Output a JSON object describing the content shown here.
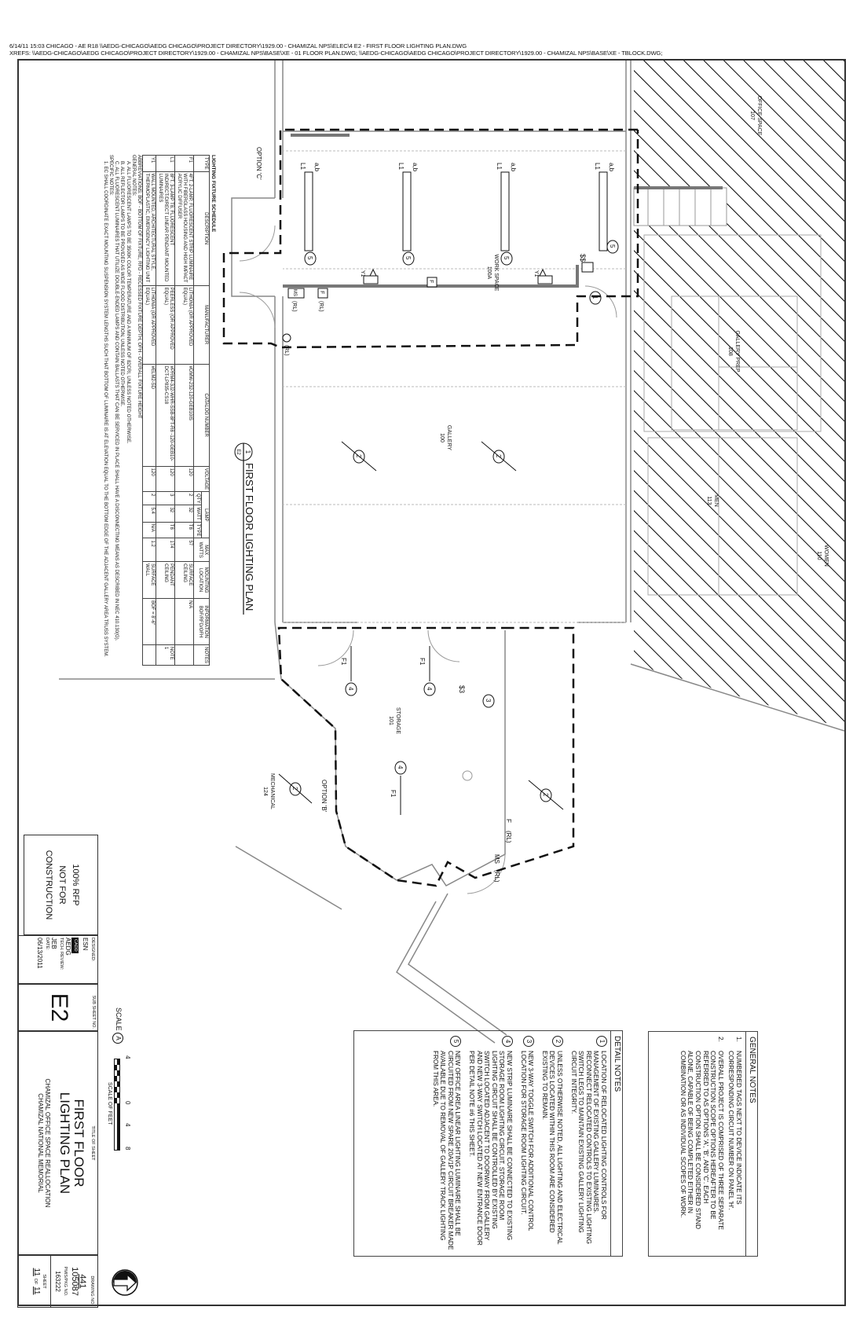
{
  "header": {
    "line1": "6/14/11 15:03 CHICAGO - AE  R18 \\\\AEDG-CHICAGO\\AEDG CHICAGO\\PROJECT DIRECTORY\\1929.00 - CHAMIZAL NPS\\ELEC\\4 E2 - FIRST FLOOR LIGHTING PLAN.DWG",
    "line2": "XREFS: \\\\AEDG-CHICAGO\\AEDG CHICAGO\\PROJECT DIRECTORY\\1929.00 - CHAMIZAL NPS\\BASE\\XE - 01 FLOOR PLAN.DWG; \\\\AEDG-CHICAGO\\AEDG CHICAGO\\PROJECT DIRECTORY\\1929.00 - CHAMIZAL NPS\\BASE\\XE - TBLOCK.DWG;"
  },
  "plan": {
    "title": "FIRST FLOOR LIGHTING PLAN",
    "detail_num": "1",
    "detail_sheet": "E2",
    "rooms": [
      {
        "name": "WORK SPACE",
        "number": "100A"
      },
      {
        "name": "GALLERY",
        "number": "100"
      },
      {
        "name": "STORAGE",
        "number": "101"
      },
      {
        "name": "MECHANICAL",
        "number": "124"
      },
      {
        "name": "OFFICE SPACE",
        "number": "107"
      },
      {
        "name": "GALLERY PREP",
        "number": "108"
      },
      {
        "name": "WOMEN",
        "number": "110"
      },
      {
        "name": "MEN",
        "number": "113"
      }
    ],
    "options": {
      "b": "OPTION 'B'",
      "c": "OPTION 'C'"
    },
    "labels": {
      "l1": "L1",
      "ab": "a,b",
      "y1": "Y1",
      "f1": "F1",
      "f": "F",
      "ms": "MS",
      "rl": "(RL)",
      "s3": "$3",
      "ss": "$$",
      "tag1": "1",
      "tag2": "2",
      "tag3": "3",
      "tag4": "4",
      "tag5": "5"
    },
    "hatch_color": "#000000"
  },
  "schedule": {
    "title": "LIGHTING FIXTURE SCHEDULE",
    "headers": [
      "TYPE",
      "DESCRIPTION",
      "MANUFACTURER",
      "CATALOG NUMBER",
      "VOLTAGE",
      "LAMP",
      "MAX WATTS",
      "MOUNTING LOCATION",
      "INFORMATION BOF/RFD/OFH",
      "NOTES"
    ],
    "lamp_headers": [
      "QTY",
      "WATT",
      "TYPE"
    ],
    "rows": [
      {
        "type": "F1",
        "desc": "4FT. 2-LAMP, FLUORESCENT STRIP LUMINAIRE WITH FIBERGLASS HOUSING AND HIGH IMPACT ACRYLIC DIFFUSER",
        "mfr": "LITHONIA (OR APPROVED EQUAL)",
        "cat": "#DMW-232-120-GEB10IS",
        "volt": "120",
        "qty": "2",
        "watt": "32",
        "ltype": "T8",
        "max": "57",
        "mount": "SURFACE CEILING",
        "info": "N/A",
        "notes": ""
      },
      {
        "type": "L1",
        "desc": "8FT. 3-LAMP T8, FLUORESCENT INDIRECT/DIRECT LINEAR PENDANT MOUNTED LUMINAIRES",
        "mfr": "PEERLESS (OR APPROVED EQUAL)",
        "cat": "#PRM4-3J2-WHR-SSB-8FT-R8 -120-GEB10-DCT-LP835-CS18",
        "volt": "120",
        "qty": "3",
        "watt": "32",
        "ltype": "T8",
        "max": "174",
        "mount": "PENDANT CEILING",
        "info": "",
        "notes": "NOTE 1"
      },
      {
        "type": "Y1",
        "desc": "WALL MOUNTED, ARCHITECTURAL STYLE, THERMOPLASTIC, EMERGENCY LIGHTING UNIT",
        "mfr": "LITHONIA (OR APPROVED EQUAL)",
        "cat": "#ELM2-SD",
        "volt": "120",
        "qty": "2",
        "watt": "5.4",
        "ltype": "N/A",
        "max": "1.2",
        "mount": "SURFACE WALL",
        "info": "BOF = 8'-6\"",
        "notes": ""
      }
    ],
    "abbreviations": "ABBREVIATIONS:  BOF - BOTTOM OF FIXTURE, RFD - RECESSED FIXTURE DEPTH, OFH - OVERALL FIXTURE HEIGHT",
    "general_notes_title": "GENERAL NOTES:",
    "general_notes": [
      "A. ALL FLUORESCENT LAMPS TO BE 3500K COLOR TEMPERATURE AND A MINIMUM OF 82CRI, UNLESS NOTED OTHERWISE.",
      "B. ALL REFLECTOR LAMPS TO BE PROVIDED AS WIDE FLOOD DISTRIBUTION, UNLESS NOTED OTHERWISE.",
      "C. ALL FLUORESCENT LUMINAIRES THAT UTILIZE DOUBLE-ENDED LAMPS AND CONTAIN BALLASTS THAT CAN BE SERVICED IN PLACE SHALL HAVE A DISCONNECTING MEANS AS DESCRIBED IN NEC 410.130(G)."
    ],
    "specific_notes_title": "SPECIFIC NOTES:",
    "specific_notes": [
      "1. EC SHALL COORDINATE EXACT MOUNTING SUSPENSION SYSTEM LENGTHS SUCH THAT BOTTOM OF LUMINAIRE IS AT ELEVATION EQUAL TO THE BOTTOM EDGE OF THE ADJACENT GALLERY AREA TRUSS SYSTEM."
    ]
  },
  "general_notes": {
    "title": "GENERAL NOTES",
    "items": [
      {
        "num": "1.",
        "text": "NUMBERED TAGS NEXT TO DEVICE INDICATE ITS CORRESPONDING CIRCUIT NUMBER ON PANEL 'H'."
      },
      {
        "num": "2.",
        "text": "OVERALL PROJECT IS COMPRISED OF THREE SEPARATE CONSTRUCTION SCOPE OPTIONS HEREAFTER TO BE REFERRED TO AS OPTIONS 'A', 'B', AND 'C'. EACH CONSTRUCTION OPTION SHALL BE CONSIDERED STAND ALONE, CAPABLE OF BEING COMPLETED EITHER IN COMBINATION OR AS INDIVIDUAL SCOPES OF WORK."
      }
    ]
  },
  "detail_notes": {
    "title": "DETAIL NOTES",
    "items": [
      {
        "num": "1",
        "text": "LOCATION OF RELOCATED LIGHTING CONTROLS FOR MANAGEMENT OF EXISTING GALLERY LUMINAIRES. RECONNECT RELOCATED CONTROLS TO EXISTING LIGHTING SWITCH LEGS TO MAINTAIN EXISTING GALLERY LIGHTING CIRCUIT INTEGRITY."
      },
      {
        "num": "2",
        "text": "UNLESS OTHERWISE NOTED, ALL LIGHTING AND ELECTRICAL DEVICES LOCATED WITHIN THIS ROOM ARE CONSIDERED EXISTING TO REMAIN."
      },
      {
        "num": "3",
        "text": "NEW 3-WAY TOGGLE SWITCH FOR ADDITIONAL CONTROL LOCATION FOR STORAGE ROOM LIGHTING CIRCUIT."
      },
      {
        "num": "4",
        "text": "NEW STRIP LUMINAIRE SHALL BE CONNECTED TO EXISTING STORAGE ROOM LIGHTING CIRCUIT. STORAGE ROOM LIGHTING CIRCUIT SHALL BE CONTROLLED BY EXISTING SWITCH LOCATED ADJACENT TO DOORWAY FROM GALLERY AND NEW 3-WAY SWITCH LOCATED AT NEW ENTRANCE DOOR PER DETAIL NOTE #6 THIS SHEET."
      },
      {
        "num": "5",
        "text": "NEW OFFICE AREA LINEAR LIGHTING LUMINAIRE SHALL BE CIRCUITED FROM NEW SPARE 20A/1P CIRCUIT BREAKER MADE AVAILABLE DUE TO REMOVAL OF GALLERY TRACK LIGHTING FROM THIS AREA."
      }
    ]
  },
  "scale": {
    "label": "SCALE",
    "symbol": "A",
    "ticks": [
      "4",
      "0",
      "4",
      "8"
    ],
    "units": "SCALE OF FEET"
  },
  "title_block": {
    "stamp": [
      "100% RFP",
      "NOT FOR",
      "CONSTRUCTION"
    ],
    "designed_label": "DESIGNED:",
    "designed": "ESN",
    "cadd_label": "CADD",
    "cadd": "AEDG",
    "review_label": "TECH. REVIEW:",
    "review": "JEB",
    "date_label": "DATE:",
    "date": "06/13/2011",
    "subsheet_label": "SUB SHEET NO.",
    "subsheet": "E2",
    "title_label": "TITLE OF SHEET",
    "title1": "FIRST FLOOR",
    "title2": "LIGHTING PLAN",
    "project1": "CHAMIZAL OFFICE SPACE REALLOCATION",
    "project2": "CHAMIZAL NATIONAL MEMORIAL",
    "drawing_label": "DRAWING NO.",
    "drawing_top": "441",
    "drawing_bottom": "105087",
    "pmis_label": "PMIS/PKG NO.",
    "pmis": "163222",
    "sheet_label": "SHEET",
    "sheet": "11",
    "sheet_of": "OF",
    "sheet_total": "11"
  }
}
